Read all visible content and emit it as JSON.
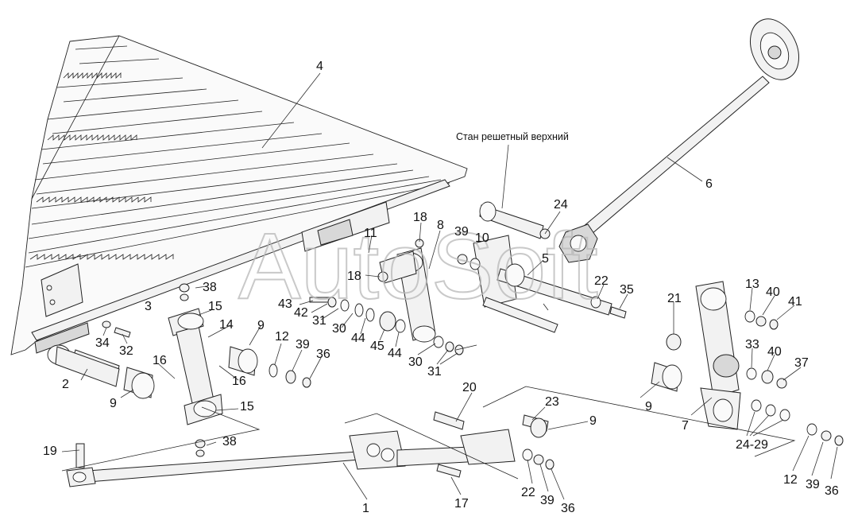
{
  "caption": "Стан решетный верхний",
  "watermark": "AutoSoft",
  "callouts": [
    {
      "id": "c1",
      "text": "1"
    },
    {
      "id": "c2",
      "text": "2"
    },
    {
      "id": "c3",
      "text": "3"
    },
    {
      "id": "c4",
      "text": "4"
    },
    {
      "id": "c5",
      "text": "5"
    },
    {
      "id": "c6",
      "text": "6"
    },
    {
      "id": "c7",
      "text": "7"
    },
    {
      "id": "c8",
      "text": "8"
    },
    {
      "id": "c9a",
      "text": "9"
    },
    {
      "id": "c9b",
      "text": "9"
    },
    {
      "id": "c9c",
      "text": "9"
    },
    {
      "id": "c9d",
      "text": "9"
    },
    {
      "id": "c10",
      "text": "10"
    },
    {
      "id": "c11",
      "text": "11"
    },
    {
      "id": "c12a",
      "text": "12"
    },
    {
      "id": "c12b",
      "text": "12"
    },
    {
      "id": "c13",
      "text": "13"
    },
    {
      "id": "c14",
      "text": "14"
    },
    {
      "id": "c15a",
      "text": "15"
    },
    {
      "id": "c15b",
      "text": "15"
    },
    {
      "id": "c16a",
      "text": "16"
    },
    {
      "id": "c16b",
      "text": "16"
    },
    {
      "id": "c17",
      "text": "17"
    },
    {
      "id": "c18a",
      "text": "18"
    },
    {
      "id": "c18b",
      "text": "18"
    },
    {
      "id": "c19",
      "text": "19"
    },
    {
      "id": "c20",
      "text": "20"
    },
    {
      "id": "c21",
      "text": "21"
    },
    {
      "id": "c22a",
      "text": "22"
    },
    {
      "id": "c22b",
      "text": "22"
    },
    {
      "id": "c23",
      "text": "23"
    },
    {
      "id": "c24",
      "text": "24"
    },
    {
      "id": "c2429",
      "text": "24-29"
    },
    {
      "id": "c30a",
      "text": "30"
    },
    {
      "id": "c30b",
      "text": "30"
    },
    {
      "id": "c31a",
      "text": "31"
    },
    {
      "id": "c31b",
      "text": "31"
    },
    {
      "id": "c32",
      "text": "32"
    },
    {
      "id": "c33",
      "text": "33"
    },
    {
      "id": "c34",
      "text": "34"
    },
    {
      "id": "c35",
      "text": "35"
    },
    {
      "id": "c36a",
      "text": "36"
    },
    {
      "id": "c36b",
      "text": "36"
    },
    {
      "id": "c36c",
      "text": "36"
    },
    {
      "id": "c37",
      "text": "37"
    },
    {
      "id": "c38a",
      "text": "38"
    },
    {
      "id": "c38b",
      "text": "38"
    },
    {
      "id": "c39a",
      "text": "39"
    },
    {
      "id": "c39b",
      "text": "39"
    },
    {
      "id": "c39c",
      "text": "39"
    },
    {
      "id": "c39d",
      "text": "39"
    },
    {
      "id": "c40a",
      "text": "40"
    },
    {
      "id": "c40b",
      "text": "40"
    },
    {
      "id": "c41",
      "text": "41"
    },
    {
      "id": "c42",
      "text": "42"
    },
    {
      "id": "c43",
      "text": "43"
    },
    {
      "id": "c44a",
      "text": "44"
    },
    {
      "id": "c44b",
      "text": "44"
    },
    {
      "id": "c45",
      "text": "45"
    }
  ]
}
